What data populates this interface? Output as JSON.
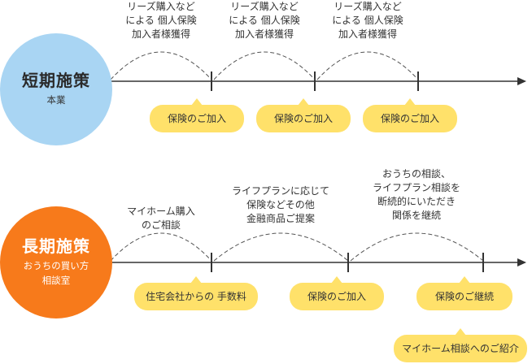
{
  "short_term": {
    "title": "短期施策",
    "subtitle": "本業",
    "notes": [
      "リーズ購入など\nによる 個人保険\n加入者様獲得",
      "リーズ購入など\nによる 個人保険\n加入者様獲得",
      "リーズ購入など\nによる 個人保険\n加入者様獲得"
    ],
    "bubbles": [
      "保険のご加入",
      "保険のご加入",
      "保険のご加入"
    ]
  },
  "long_term": {
    "title": "長期施策",
    "subtitle": "おうちの買い方\n相談室",
    "notes": [
      "マイホーム購入\nのご相談",
      "ライフプランに応じて\n保険などその他\n金融商品ご提案",
      "おうちの相談、\nライフプラン相談を\n断続的にいただき\n関係を継続"
    ],
    "bubbles": [
      "住宅会社からの 手数料",
      "保険のご加入",
      "保険のご継続"
    ],
    "extra_bubble": "マイホーム相談へのご紹介"
  },
  "colors": {
    "short_circle": "#a9d5f3",
    "long_circle": "#f77a1b",
    "bubble": "#ffe16a",
    "line": "#333333"
  }
}
